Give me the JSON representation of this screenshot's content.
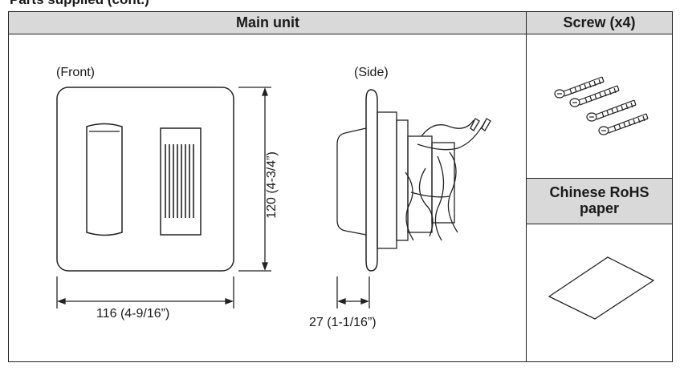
{
  "heading": "Parts supplied (cont.)",
  "table": {
    "main_unit_header": "Main unit",
    "screw_header": "Screw (x4)",
    "rohs_header": "Chinese RoHS paper"
  },
  "diagram": {
    "front_label": "(Front)",
    "side_label": "(Side)",
    "width_dim": "116 (4-9/16”)",
    "height_dim": "120 (4-3/4”)",
    "depth_dim": "27 (1-1/16”)"
  }
}
